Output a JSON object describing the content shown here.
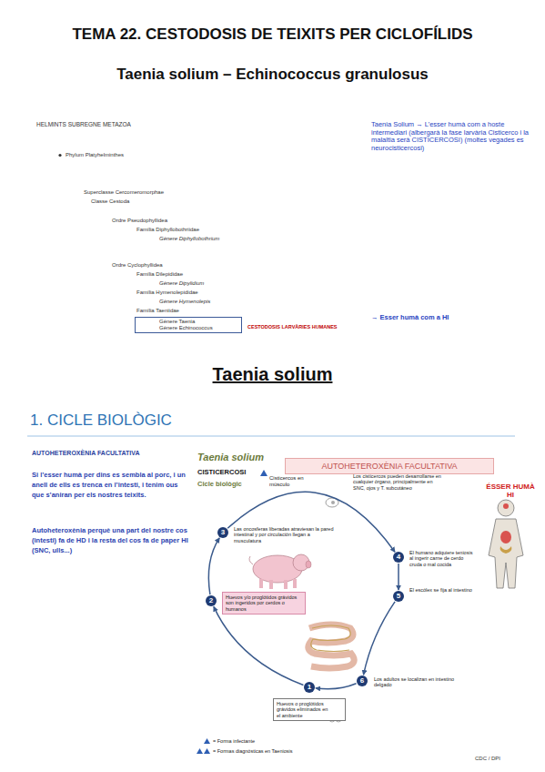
{
  "diagram": {
    "title": "TEMA 22. CESTODOSIS DE TEIXITS PER CICLOFÍLIDS",
    "nodes": [
      {
        "text": [
          "Gènere Taenia",
          "Gènere Echinococcus"
        ]
      },
      {
        "text": [
          "AUTOHETEROXÈNIA FACULTATIVA"
        ]
      },
      {
        "text": [
          "1"
        ]
      },
      {
        "text": [
          "2"
        ]
      },
      {
        "text": [
          "3"
        ]
      },
      {
        "text": [
          "4"
        ]
      },
      {
        "text": [
          "5"
        ]
      },
      {
        "text": [
          "6"
        ]
      },
      {
        "text": [
          "Huevos o proglótidos grávidos eliminados en el ambiente"
        ]
      },
      {
        "text": [
          "Huevos y/o proglótidos grávidos son ingeridos por cerdos o humanos"
        ]
      }
    ],
    "edges": [
      {
        "from": 2,
        "to": 3,
        "arrow": "to"
      },
      {
        "from": 3,
        "to": 4,
        "arrow": "to"
      },
      {
        "from": 4,
        "to": 5,
        "arrow": "to"
      },
      {
        "from": 5,
        "to": 6,
        "arrow": "to"
      },
      {
        "from": 6,
        "to": 7,
        "arrow": "to"
      },
      {
        "from": 7,
        "to": 2,
        "arrow": "to"
      }
    ],
    "labels": [
      "Taenia solium – Echinococcus granulosus",
      "HELMINTS SUBREGNE METAZOA",
      "Phylum Platyhelminthes",
      "Superclasse Cercomeromorphae",
      "Classe Cestoda",
      "Ordre Pseudophyllidea",
      "Família Diphyllobothriidae",
      "Gènere Diphyllobothrium",
      "Ordre Cyclophyllidea",
      "Família Dilepididae",
      "Gènere Dipylidium",
      "Família Hymenolepididae",
      "Gènere Hymenolepis",
      "Família Taeniidae",
      "CESTODOSIS LARVÀRIES HUMANES",
      "Taenia Solium → L’esser humà com a hoste intermediari (albergarà la fase larvària Cisticerco i la malaltia serà CISTICERCOSI) (moltes vegades es neurocisticercosi)",
      "→ Esser humà com a HI",
      "Taenia solium",
      "1. CICLE BIOLÒGIC",
      "AUTOHETEROXÈNIA FACULTATIVA",
      "Si l’esser humà per dins es sembla al porc, i un anell de ells es trenca en l’intesti, i tenim ous que s’aniran per els nostres teixits.",
      "Autoheteroxènia perquè una part del nostre cos (intesti) fa de HD i la resta del cos fa de paper HI (SNC, ulls...)",
      "Taenia solium",
      "CISTICERCOSI",
      "Cicle biològic",
      "ÉSSER HUMÀ HI",
      "Cisticercos en músculo",
      "Los cisticercos pueden desarrollarse en cualquier órgano, principalmente en SNC, ojos y T. subcutáneo",
      "Las oncosferas liberadas atraviesan la pared intestinal y por circulación llegan a musculatura",
      "El humano adquiere teniosis al ingerir carne de cerdo cruda o mal cocida",
      "El escólex se fija al intestino",
      "Los adultos se localizan en intestino delgado",
      "CDC / DPI"
    ],
    "legend": [
      {
        "text": "= Forma infectante"
      },
      {
        "text": "= Formas diagnósticas en Taeniosis"
      }
    ]
  }
}
